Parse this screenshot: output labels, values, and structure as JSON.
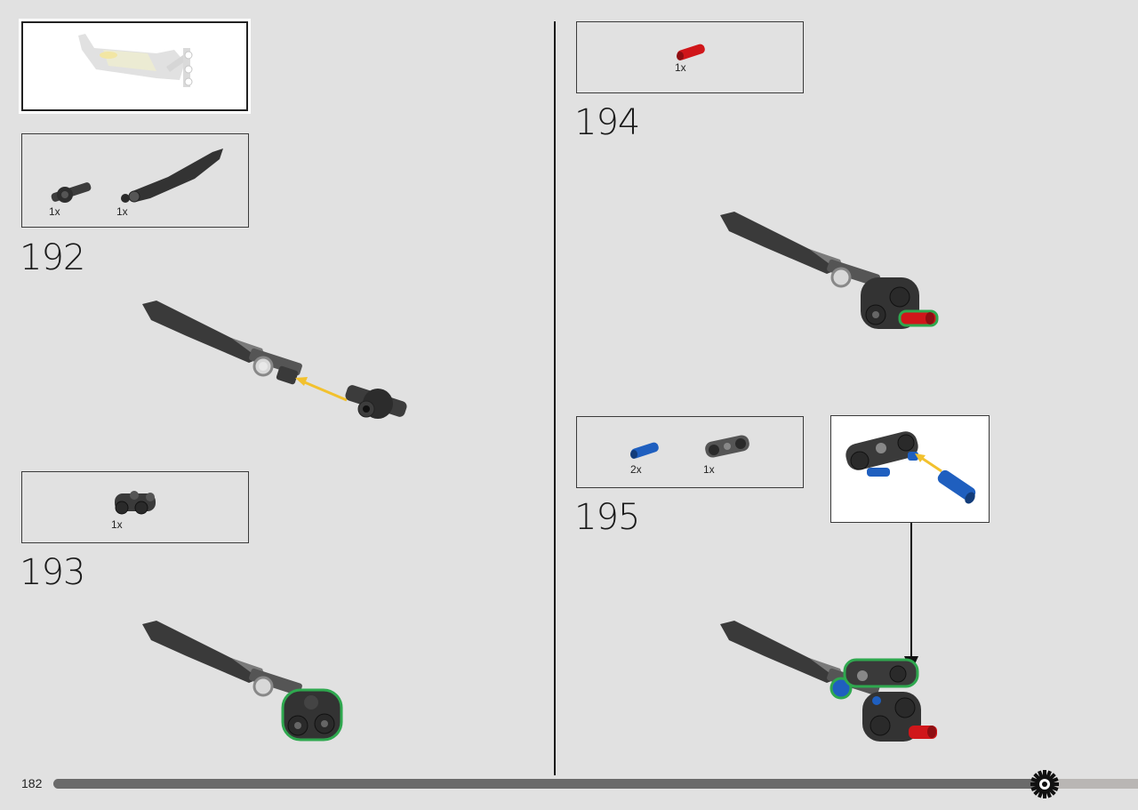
{
  "page": {
    "page_number": "182",
    "progress": 0.91
  },
  "colors": {
    "background": "#e1e1e1",
    "part_dark": "#3c3c3c",
    "part_red": "#d0161a",
    "part_blue": "#1f5fbf",
    "highlight_green": "#2fa84f",
    "arrow_yellow": "#f2c12e"
  },
  "steps": [
    {
      "number": "192",
      "parts": [
        {
          "qty": "1x",
          "name": "connector"
        },
        {
          "qty": "1x",
          "name": "blade"
        }
      ]
    },
    {
      "number": "193",
      "parts": [
        {
          "qty": "1x",
          "name": "double-connector"
        }
      ]
    },
    {
      "number": "194",
      "parts": [
        {
          "qty": "1x",
          "name": "red-axle-pin"
        }
      ]
    },
    {
      "number": "195",
      "parts": [
        {
          "qty": "2x",
          "name": "blue-axle-pin"
        },
        {
          "qty": "1x",
          "name": "pin-connector"
        }
      ]
    }
  ],
  "icons": {
    "thumbnail": "assembly-thumbnail-icon",
    "footer": "gear-icon"
  }
}
